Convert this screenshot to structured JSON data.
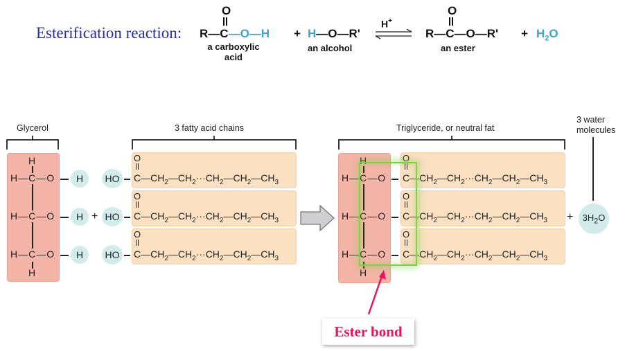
{
  "title": "Esterification reaction:",
  "equation": {
    "acid_R": "R",
    "acid_C": "C",
    "acid_O": "O",
    "acid_OH": "O—H",
    "plus1": "+",
    "alcohol": "H—O—R'",
    "alcohol_H": "H",
    "alcohol_rest": "—O—R'",
    "catalyst": "H",
    "catalyst_sup": "+",
    "ester": "R—C—O—R'",
    "ester_O": "O",
    "plus2": "+",
    "water_H": "H",
    "water_sub": "2",
    "water_O": "O",
    "labels": {
      "acid_line1": "a carboxylic",
      "acid_line2": "acid",
      "alcohol": "an alcohol",
      "ester": "an ester"
    },
    "colors": {
      "highlight": "#3aa3cf",
      "title": "#2b2d9c"
    }
  },
  "diagram": {
    "glycerol_label": "Glycerol",
    "fatty_acids_label": "3 fatty acid chains",
    "triglyceride_label": "Triglyceride, or neutral fat",
    "water_label_line1": "3 water",
    "water_label_line2": "molecules",
    "glycerol_rows": [
      "H—C—O",
      "H—C—O",
      "H—C—O"
    ],
    "glycerol_top_H": "H",
    "glycerol_bottom_H": "H",
    "h_circle": "H",
    "ho_circle": "HO",
    "plus": "+",
    "carbonyl_O": "O",
    "chain": "C—CH2—CH2···CH2—CH2—CH3",
    "water_product": "3H2O",
    "ester_bond_callout": "Ester bond",
    "colors": {
      "glycerol_box": "#f5b4a8",
      "fatty_acid_box": "#fbe0c2",
      "circle": "#d2ecec",
      "ester_highlight": "#7fd14a",
      "callout_text": "#e8155e"
    }
  }
}
